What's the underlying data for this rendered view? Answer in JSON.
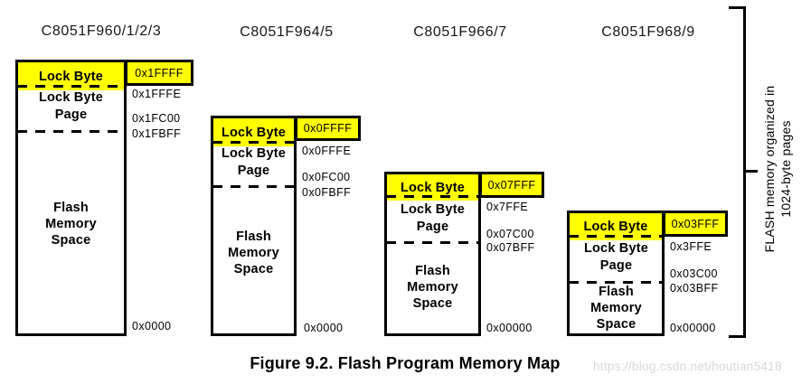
{
  "figure": {
    "caption": "Figure 9.2. Flash Program Memory Map",
    "watermark": "https://blog.csdn.net/houtian5418",
    "side_note_line1": "FLASH memory organized in",
    "side_note_line2": "1024-byte pages"
  },
  "labels": {
    "lock_byte": "Lock Byte",
    "lock_byte_page": "Lock Byte Page",
    "flash_memory_space": "Flash Memory Space"
  },
  "colors": {
    "highlight": "#FFFF00",
    "line": "#000000",
    "watermark": "#D7D7DA"
  },
  "columns": [
    {
      "title": "C8051F960/1/2/3",
      "addresses": {
        "lock_byte": "0x1FFFF",
        "below_lock_byte": "0x1FFFE",
        "page_start": "0x1FC00",
        "below_page": "0x1FBFF",
        "bottom": "0x0000"
      }
    },
    {
      "title": "C8051F964/5",
      "addresses": {
        "lock_byte": "0x0FFFF",
        "below_lock_byte": "0x0FFFE",
        "page_start": "0x0FC00",
        "below_page": "0x0FBFF",
        "bottom": "0x0000"
      }
    },
    {
      "title": "C8051F966/7",
      "addresses": {
        "lock_byte": "0x07FFF",
        "below_lock_byte": "0x7FFE",
        "page_start": "0x07C00",
        "below_page": "0x07BFF",
        "bottom": "0x00000"
      }
    },
    {
      "title": "C8051F968/9",
      "addresses": {
        "lock_byte": "0x03FFF",
        "below_lock_byte": "0x3FFE",
        "page_start": "0x03C00",
        "below_page": "0x03BFF",
        "bottom": "0x00000"
      }
    }
  ]
}
